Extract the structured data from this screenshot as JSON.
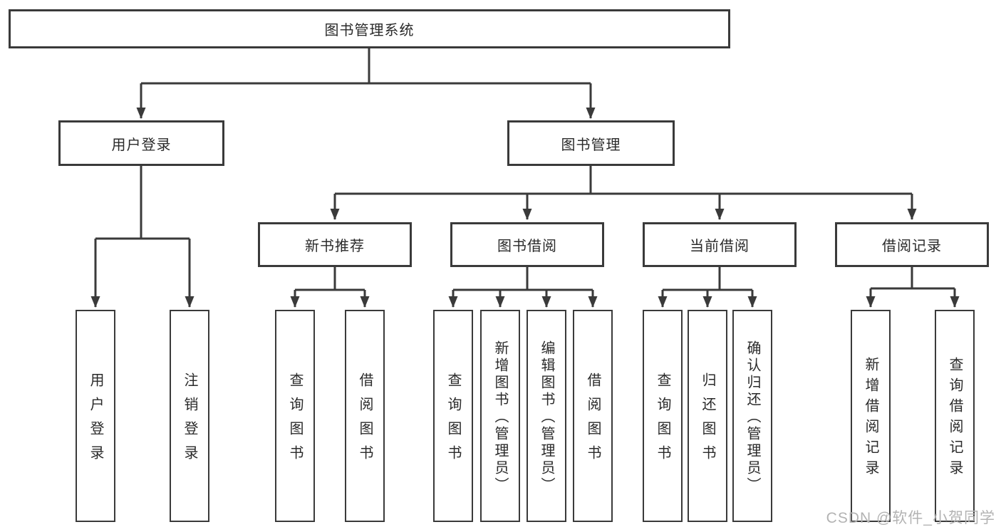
{
  "diagram": {
    "title": "图书管理系统",
    "root": {
      "label": "图书管理系统"
    },
    "level2": [
      {
        "label": "用户登录"
      },
      {
        "label": "图书管理"
      }
    ],
    "level3": [
      {
        "label": "新书推荐"
      },
      {
        "label": "图书借阅"
      },
      {
        "label": "当前借阅"
      },
      {
        "label": "借阅记录"
      }
    ],
    "leaves": [
      {
        "label": "用户登录",
        "parent": "用户登录"
      },
      {
        "label": "注销登录",
        "parent": "用户登录"
      },
      {
        "label": "查询图书",
        "parent": "新书推荐"
      },
      {
        "label": "借阅图书",
        "parent": "新书推荐"
      },
      {
        "label": "查询图书",
        "parent": "图书借阅"
      },
      {
        "label": "新增图书（管理员）",
        "parent": "图书借阅"
      },
      {
        "label": "编辑图书（管理员）",
        "parent": "图书借阅"
      },
      {
        "label": "借阅图书",
        "parent": "图书借阅"
      },
      {
        "label": "查询图书",
        "parent": "当前借阅"
      },
      {
        "label": "归还图书",
        "parent": "当前借阅"
      },
      {
        "label": "确认归还（管理员）",
        "parent": "当前借阅"
      },
      {
        "label": "新增借阅记录",
        "parent": "借阅记录"
      },
      {
        "label": "查询借阅记录",
        "parent": "借阅记录"
      }
    ],
    "colors": {
      "line": "#3a3a3a",
      "box_border": "#3a3a3a",
      "text": "#2a2a2a",
      "background": "#ffffff",
      "watermark": "#b3b3b3"
    }
  },
  "watermark": {
    "text": "CSDN @软件_小贺同学"
  }
}
